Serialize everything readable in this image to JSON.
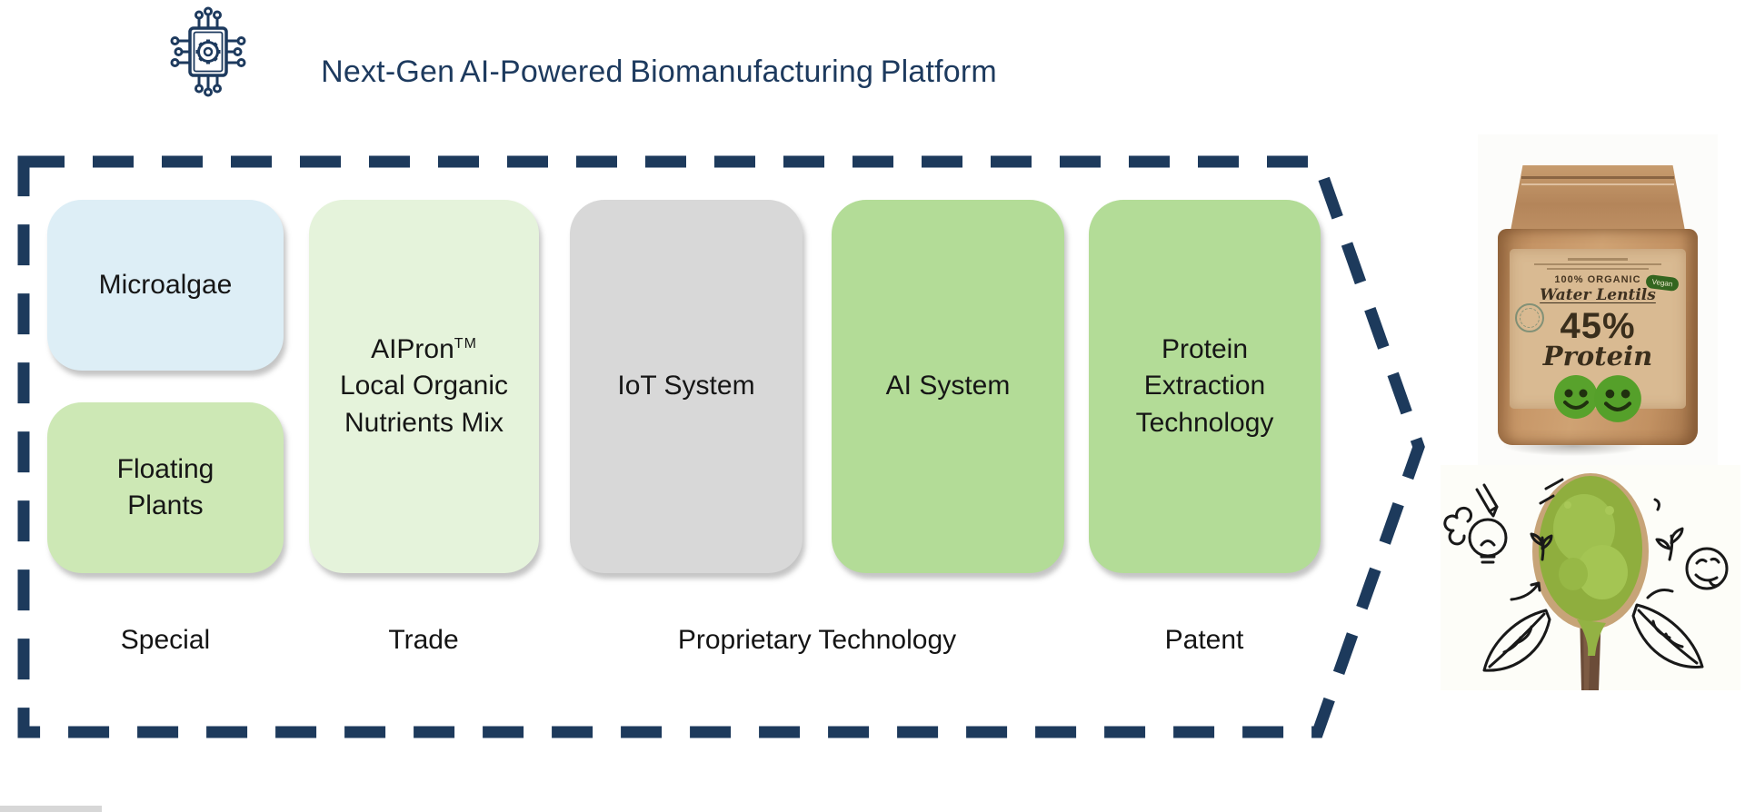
{
  "slide": {
    "title": "Next-Gen AI-Powered Biomanufacturing Platform",
    "header_icon": "chip-gear-icon",
    "accent_navy": "#1d3a5c",
    "title_color": "#1d3a5e"
  },
  "platform": {
    "boxes": {
      "microalgae": {
        "label": "Microalgae",
        "color": "#ddeef6"
      },
      "floating_plants": {
        "label": "Floating Plants",
        "color": "#cde8b5"
      },
      "trade": {
        "name": "AIPron",
        "tm": "TM",
        "line2": "Local Organic",
        "line3": "Nutrients Mix",
        "color": "#e5f3db"
      },
      "iot": {
        "label": "IoT System",
        "color": "#d8d8d8"
      },
      "ai": {
        "label": "AI System",
        "color": "#b3dc97"
      },
      "protein": {
        "label": "Protein Extraction Technology",
        "color": "#b3dc97"
      }
    },
    "categories": {
      "special": "Special",
      "trade": "Trade",
      "proprietary": "Proprietary Technology",
      "patent": "Patent"
    }
  },
  "product_pouch": {
    "organic": "100% ORGANIC",
    "name": "Water Lentils",
    "percent": "45%",
    "protein": "Protein",
    "badge": "Vegan"
  }
}
